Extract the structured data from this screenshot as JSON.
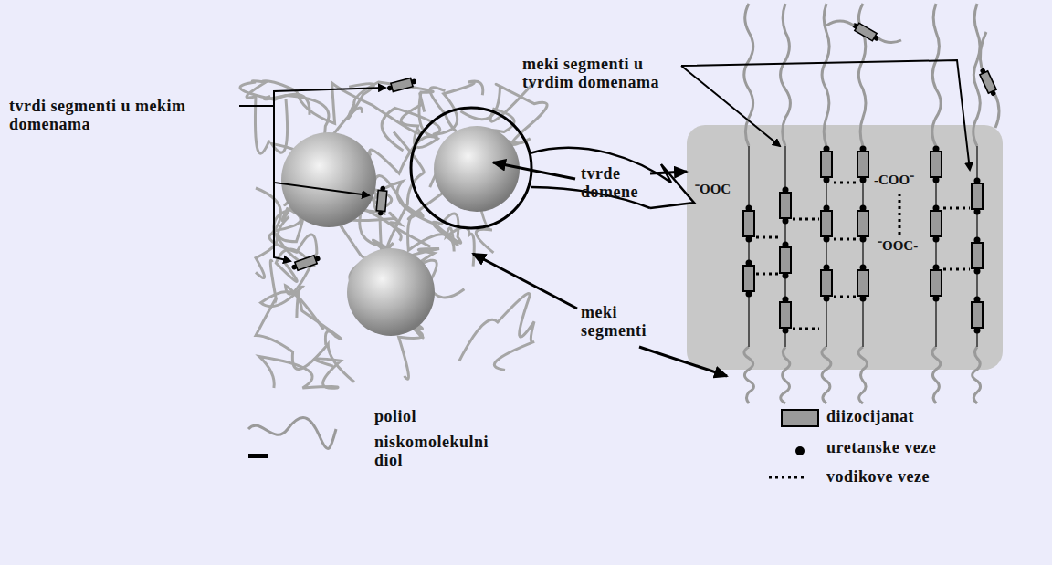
{
  "diagram": {
    "nodes": [
      {
        "text": [
          "⁻OOC",
          "-COO⁻",
          "⁻OOC-"
        ]
      }
    ],
    "labels": [
      "tvrdi segmenti u mekim domenama",
      "meki segmenti u tvrdim domenama",
      "tvrde domene",
      "meki segmenti"
    ],
    "legend": [
      {
        "text": "poliol"
      },
      {
        "text": "niskomolekulni diol"
      },
      {
        "text": "diizocijanat"
      },
      {
        "text": "uretanske veze"
      },
      {
        "text": "vodikove veze"
      }
    ]
  }
}
